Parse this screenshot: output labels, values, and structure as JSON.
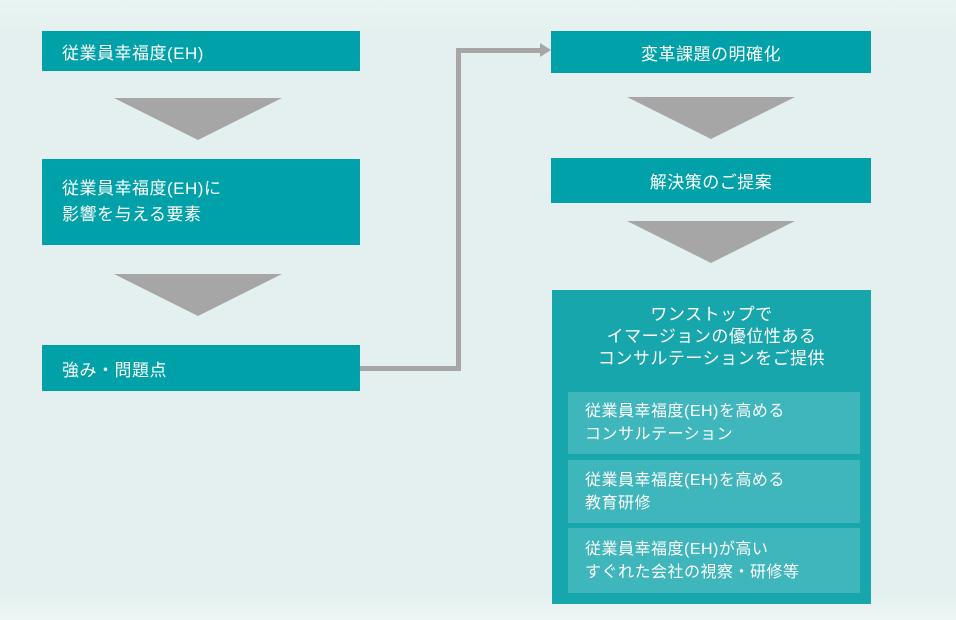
{
  "colors": {
    "background": "#e5f1f0",
    "step_box_teal": "#00a1a9",
    "result_box_teal": "#18a6ad",
    "result_item_teal": "#3eb6bc",
    "connector_gray": "#a6a6a6",
    "text_white": "#ffffff"
  },
  "left_flow": {
    "step1": "従業員幸福度(EH)",
    "step2_line1": "従業員幸福度(EH)に",
    "step2_line2": "影響を与える要素",
    "step3": "強み・問題点"
  },
  "right_flow": {
    "step1": "変革課題の明確化",
    "step2": "解決策のご提案",
    "result": {
      "title_line1": "ワンストップで",
      "title_line2": "イマージョンの優位性ある",
      "title_line3": "コンサルテーションをご提供",
      "items": [
        {
          "line1": "従業員幸福度(EH)を高める",
          "line2": "コンサルテーション"
        },
        {
          "line1": "従業員幸福度(EH)を高める",
          "line2": "教育研修"
        },
        {
          "line1": "従業員幸福度(EH)が高い",
          "line2": "すぐれた会社の視察・研修等"
        }
      ]
    }
  }
}
